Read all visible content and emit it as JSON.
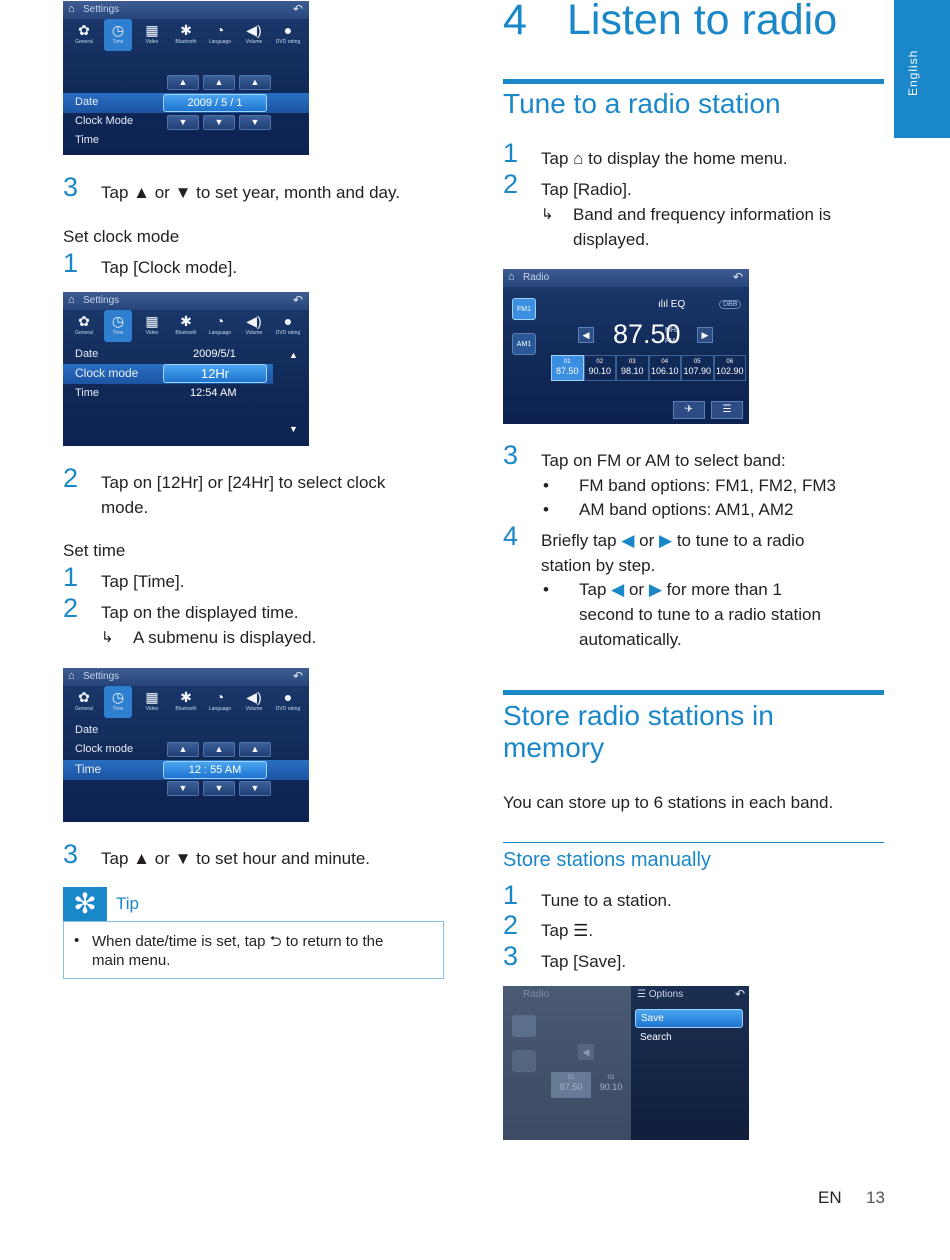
{
  "colors": {
    "accent": "#1a87c9",
    "text": "#231f20"
  },
  "side_tab": "English",
  "chapter": {
    "number": "4",
    "title": "Listen to radio"
  },
  "left": {
    "step3_a": {
      "num": "3",
      "pre": "Tap",
      "mid": "or",
      "post": "to set year, month and day."
    },
    "set_clock_mode": {
      "heading": "Set clock mode",
      "step1": {
        "num": "1",
        "pre": "Tap ",
        "bold": "[Clock mode]",
        "post": "."
      },
      "step2": {
        "num": "2",
        "pre": "Tap on ",
        "b1": "[12Hr]",
        "mid": " or ",
        "b2": "[24Hr]",
        "post": " to select clock",
        "post2": "mode."
      }
    },
    "set_time": {
      "heading": "Set time",
      "step1": {
        "num": "1",
        "pre": "Tap ",
        "bold": "[Time]",
        "post": "."
      },
      "step2": {
        "num": "2",
        "text": "Tap on the displayed time.",
        "result": "A submenu is displayed."
      },
      "step3": {
        "num": "3",
        "pre": "Tap",
        "mid": "or",
        "post": "to set hour and minute."
      }
    },
    "tip": {
      "label": "Tip",
      "line1_pre": "When date/time is set, tap",
      "line1_post": "to return to the",
      "line2": "main menu."
    }
  },
  "screens": {
    "settings_title": "Settings",
    "icons": [
      {
        "glyph": "✿",
        "label": "General"
      },
      {
        "glyph": "◷",
        "label": "Time"
      },
      {
        "glyph": "▦",
        "label": "Video"
      },
      {
        "glyph": "✱",
        "label": "Bluetooth"
      },
      {
        "glyph": "◔",
        "label": "Language"
      },
      {
        "glyph": "◀)",
        "label": "Volume"
      },
      {
        "glyph": "●",
        "label": "DVD rating"
      }
    ],
    "screen1": {
      "labels": [
        "Date",
        "Clock Mode",
        "Time"
      ],
      "date_value": "2009  /   5   /   1"
    },
    "screen2": {
      "labels": [
        "Date",
        "Clock mode",
        "Time"
      ],
      "date": "2009/5/1",
      "mode": "12Hr",
      "time": "12:54   AM"
    },
    "screen3": {
      "labels": [
        "Date",
        "Clock mode",
        "Time"
      ],
      "time_value": "12   :   55      AM"
    },
    "radio": {
      "title": "Radio",
      "bands": [
        "FM1",
        "AM1"
      ],
      "eq": "EQ",
      "dbb": "DBB",
      "freq": "87.50",
      "unit_top": "MHz",
      "unit_bottom": "FM",
      "presets": [
        {
          "n": "01",
          "f": "87.50"
        },
        {
          "n": "02",
          "f": "90.10"
        },
        {
          "n": "03",
          "f": "98.10"
        },
        {
          "n": "04",
          "f": "106.10"
        },
        {
          "n": "05",
          "f": "107.90"
        },
        {
          "n": "06",
          "f": "102.90"
        }
      ]
    },
    "options": {
      "title": "Options",
      "items": [
        "Save",
        "Search"
      ],
      "bg_presets": [
        {
          "n": "01",
          "f": "87.50"
        },
        {
          "n": "02",
          "f": "90.10"
        }
      ]
    }
  },
  "right": {
    "tune": {
      "heading": "Tune to a radio station",
      "step1": {
        "num": "1",
        "pre": "Tap",
        "post": "to display the home menu."
      },
      "step2": {
        "num": "2",
        "pre": "Tap ",
        "bold": "[Radio]",
        "post": ".",
        "result1": "Band and frequency information is",
        "result2": "displayed."
      },
      "step3": {
        "num": "3",
        "pre": "Tap on ",
        "b1": "FM",
        "mid": " or ",
        "b2": "AM",
        "post": " to select band:",
        "bullet1_pre": "FM band options: ",
        "bullet1_bold": "FM1, FM2, FM3",
        "bullet2_pre": "AM band options: ",
        "bullet2_bold": "AM1, AM2"
      },
      "step4": {
        "num": "4",
        "pre": "Briefly tap",
        "mid": "or",
        "post": "to tune to a radio",
        "line2": "station by step.",
        "sub_pre": "Tap",
        "sub_mid": "or",
        "sub_post": "for more than 1",
        "sub_line2": "second to tune to a radio station",
        "sub_line3": "automatically."
      }
    },
    "store": {
      "heading_line1": "Store radio stations in",
      "heading_line2": "memory",
      "intro": "You can store up to 6 stations in each band.",
      "manual_heading": "Store stations manually",
      "step1": {
        "num": "1",
        "text": "Tune to a station."
      },
      "step2": {
        "num": "2",
        "pre": "Tap",
        "post": "."
      },
      "step3": {
        "num": "3",
        "pre": "Tap ",
        "bold": "[Save]",
        "post": "."
      }
    }
  },
  "footer": {
    "lang": "EN",
    "page": "13"
  }
}
